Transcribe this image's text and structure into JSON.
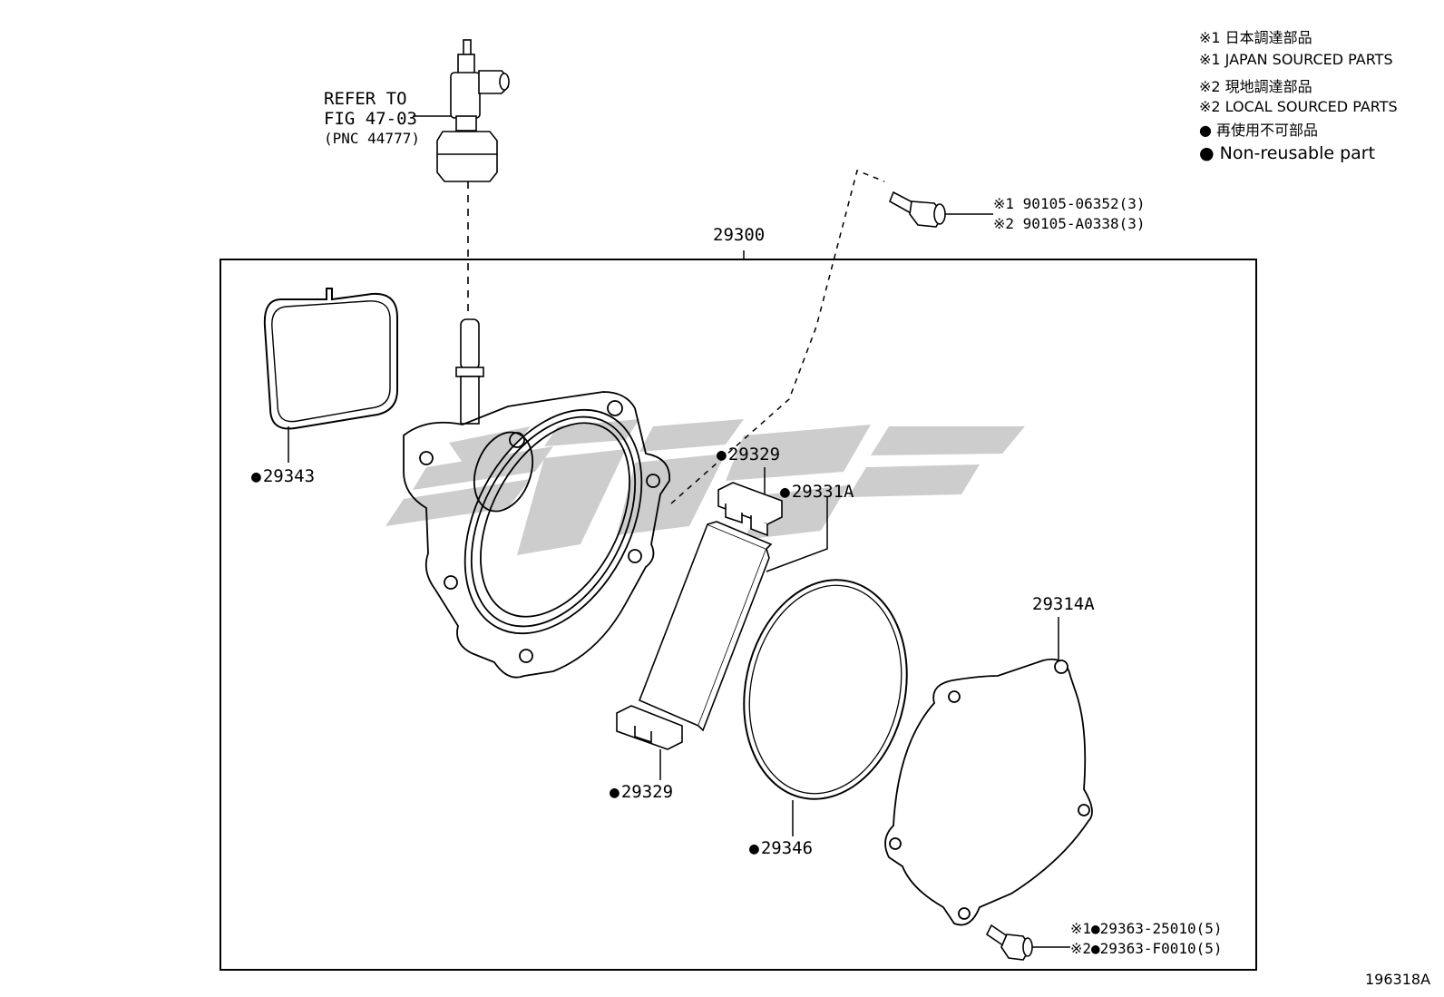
{
  "legend": {
    "line1": "※1 日本調達部品",
    "line2": "※1 JAPAN SOURCED PARTS",
    "line3": "※2 現地調達部品",
    "line4": "※2 LOCAL SOURCED PARTS",
    "line5": "● 再使用不可部品",
    "line6": "● Non-reusable part"
  },
  "refer": {
    "line1": "REFER TO",
    "line2": "FIG 47-03",
    "line3": "(PNC 44777)"
  },
  "bolt_top": {
    "line1": "※1 90105-06352(3)",
    "line2": "※2 90105-A0338(3)"
  },
  "bolt_bottom": {
    "line1": "※1●29363-25010(5)",
    "line2": "※2●29363-F0010(5)"
  },
  "parts": {
    "assembly": "29300",
    "gasket": "29343",
    "clip_top": "29329",
    "vane": "29331A",
    "clip_bottom": "29329",
    "oring": "29346",
    "cover": "29314A"
  },
  "figure_id": "196318A",
  "colors": {
    "line": "#000000",
    "watermark": "#c8c8c8"
  }
}
